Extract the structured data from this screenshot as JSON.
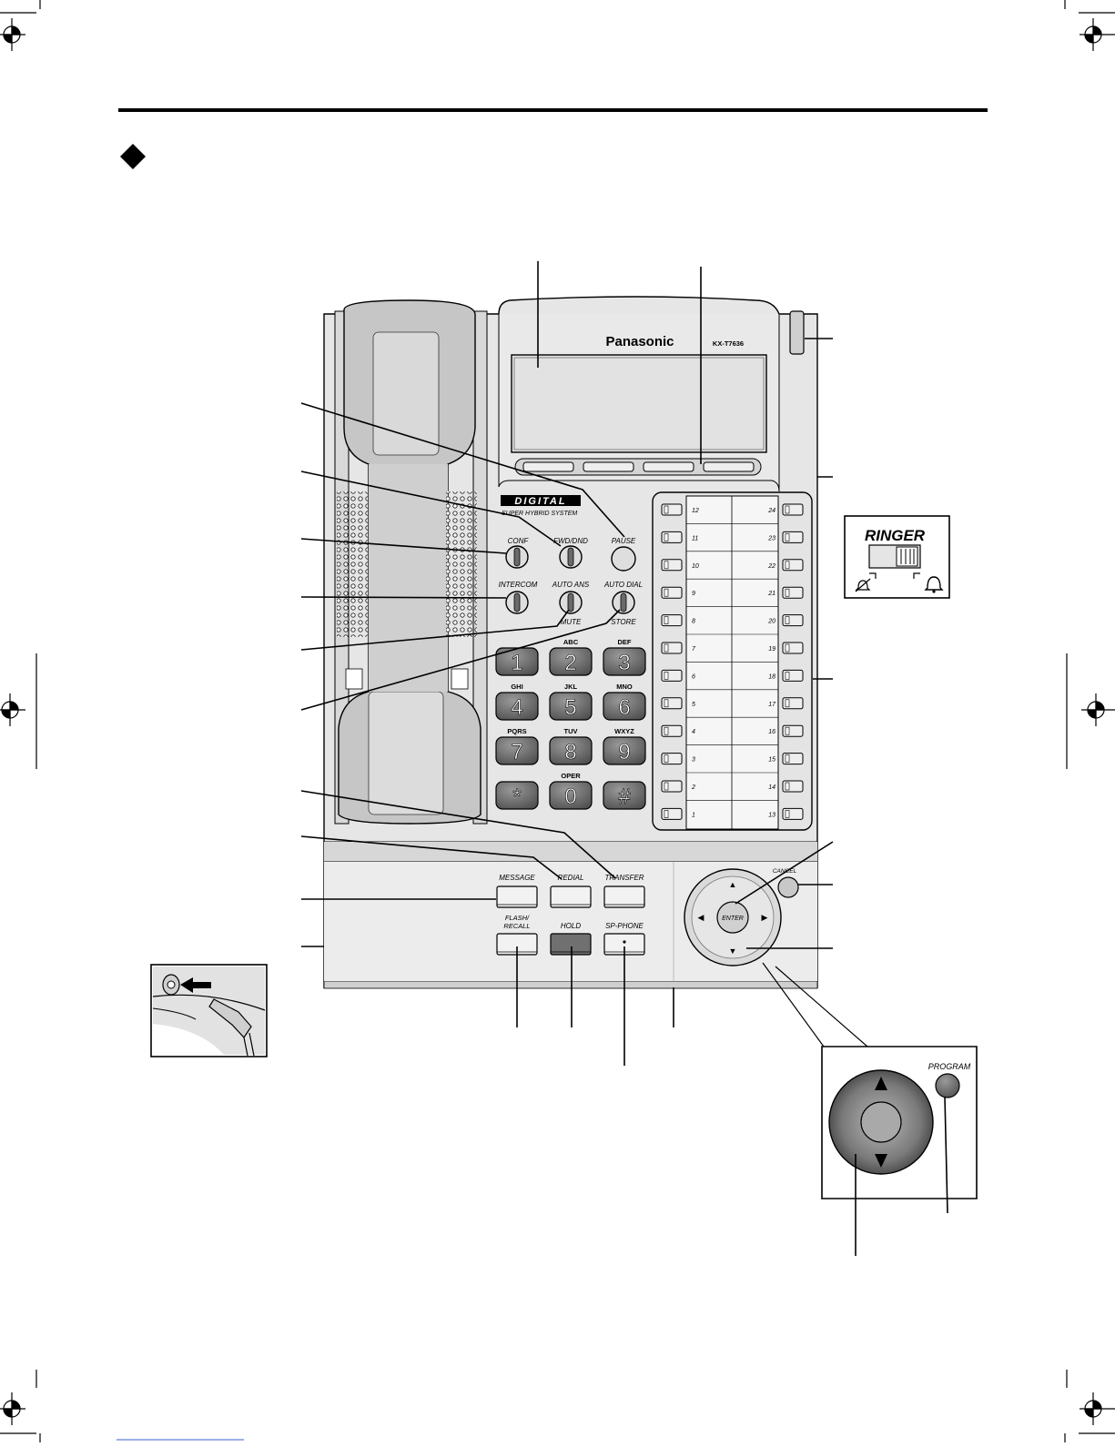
{
  "brand": "Panasonic",
  "model": "KX-T7636",
  "digital_logo": "DIGITAL",
  "digital_subtitle": "SUPER HYBRID SYSTEM",
  "function_keys": {
    "conf": "CONF",
    "fwd_dnd": "FWD/DND",
    "pause": "PAUSE",
    "intercom": "INTERCOM",
    "auto_ans": "AUTO ANS",
    "mute": "MUTE",
    "auto_dial": "AUTO DIAL",
    "store": "STORE"
  },
  "dialpad": [
    {
      "digit": "1",
      "letters": ""
    },
    {
      "digit": "2",
      "letters": "ABC"
    },
    {
      "digit": "3",
      "letters": "DEF"
    },
    {
      "digit": "4",
      "letters": "GHI"
    },
    {
      "digit": "5",
      "letters": "JKL"
    },
    {
      "digit": "6",
      "letters": "MNO"
    },
    {
      "digit": "7",
      "letters": "PQRS"
    },
    {
      "digit": "8",
      "letters": "TUV"
    },
    {
      "digit": "9",
      "letters": "WXYZ"
    },
    {
      "digit": "*",
      "letters": ""
    },
    {
      "digit": "0",
      "letters": "OPER"
    },
    {
      "digit": "#",
      "letters": ""
    }
  ],
  "co_keys_left": [
    "12",
    "11",
    "10",
    "9",
    "8",
    "7",
    "6",
    "5",
    "4",
    "3",
    "2",
    "1"
  ],
  "co_keys_right": [
    "24",
    "23",
    "22",
    "21",
    "20",
    "19",
    "18",
    "17",
    "16",
    "15",
    "14",
    "13"
  ],
  "lower_keys": {
    "message": "MESSAGE",
    "redial": "REDIAL",
    "transfer": "TRANSFER",
    "flash_recall_line1": "FLASH/",
    "flash_recall_line2": "RECALL",
    "hold": "HOLD",
    "sp_phone": "SP-PHONE"
  },
  "navigator": {
    "enter": "ENTER",
    "cancel": "CANCEL",
    "up": "▲",
    "down": "▼",
    "left": "◀",
    "right": "▶"
  },
  "ringer": {
    "title": "RINGER"
  },
  "detail": {
    "program": "PROGRAM"
  }
}
